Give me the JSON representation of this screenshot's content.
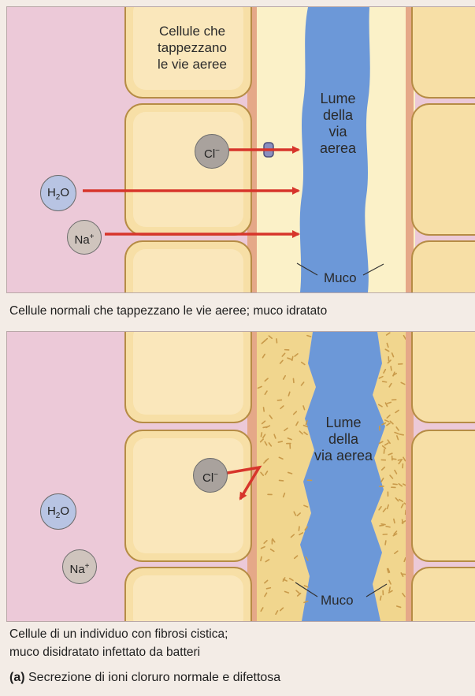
{
  "panel_normal": {
    "cell_label_line1": "Cellule che",
    "cell_label_line2": "tappezzano",
    "cell_label_line3": "le vie aeree",
    "lumen_line1": "Lume",
    "lumen_line2": "della",
    "lumen_line3": "via aerea",
    "ions": {
      "cl": "Cl",
      "cl_charge": "−",
      "h2o_h": "H",
      "h2o_2": "2",
      "h2o_o": "O",
      "na": "Na",
      "na_charge": "+"
    },
    "mucus_label": "Muco",
    "caption": "Cellule normali che tappezzano le vie aeree; muco idratato"
  },
  "panel_cf": {
    "lumen_line1": "Lume",
    "lumen_line2": "della",
    "lumen_line3": "via aerea",
    "ions": {
      "cl": "Cl",
      "cl_charge": "−",
      "h2o_h": "H",
      "h2o_2": "2",
      "h2o_o": "O",
      "na": "Na",
      "na_charge": "+"
    },
    "mucus_label": "Muco",
    "caption_line1": "Cellule di un individuo con fibrosi cistica;",
    "caption_line2": "muco disidratato infettato da batteri"
  },
  "figure_caption": {
    "tag": "(a)",
    "text": " Secrezione di ioni cloruro normale e difettosa"
  },
  "colors": {
    "extracellular": "#ecc9d8",
    "cell_fill": "#f7dfa6",
    "cell_inner": "#fbedc9",
    "cell_border": "#b68c45",
    "mucus_normal": "#fbf1c8",
    "mucus_infected": "#f1d68e",
    "lumen": "#6c98d8",
    "arrow": "#d7352b",
    "junction": "#e5a888"
  }
}
